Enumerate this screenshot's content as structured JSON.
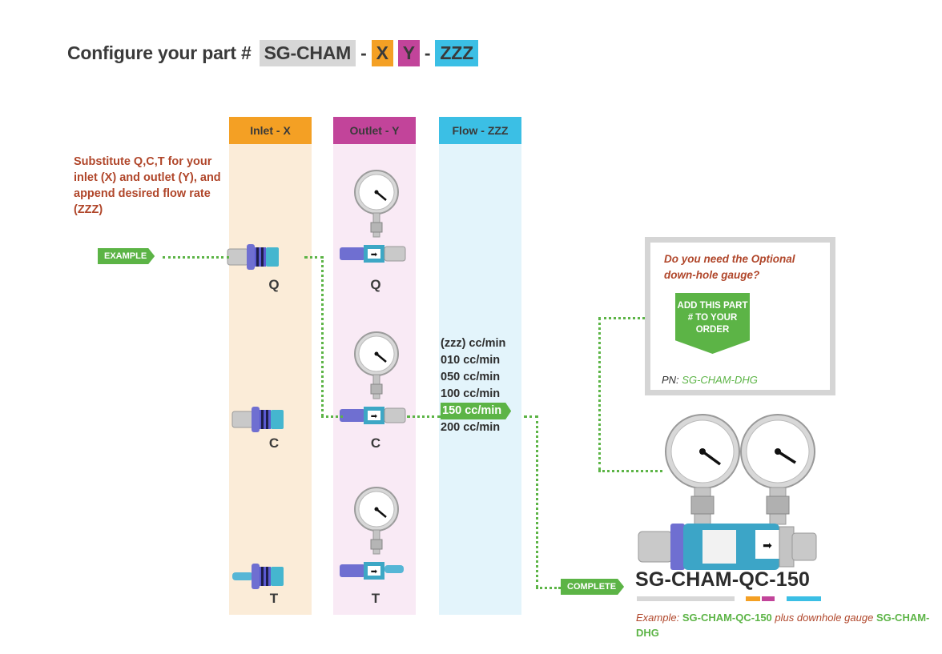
{
  "title": {
    "prefix": "Configure your part #",
    "base": "SG-CHAM",
    "dash1": "-",
    "x": "X",
    "y": "Y",
    "dash2": "-",
    "zzz": "ZZZ"
  },
  "columns": {
    "inlet": "Inlet - X",
    "outlet": "Outlet - Y",
    "flow": "Flow - ZZZ"
  },
  "instructions": "Substitute Q,C,T for your inlet (X) and outlet (Y), and append desired flow rate (ZZZ)",
  "example_tag": "EXAMPLE",
  "inlet_letters": [
    "Q",
    "C",
    "T"
  ],
  "outlet_letters": [
    "Q",
    "C",
    "T"
  ],
  "flow_rates": {
    "header": "(zzz) cc/min",
    "r1": "010 cc/min",
    "r2": "050 cc/min",
    "r3": "100 cc/min",
    "selected": "150 cc/min",
    "r5": "200 cc/min"
  },
  "optional": {
    "question": "Do you need the Optional down-hole gauge?",
    "button": "ADD THIS PART # TO YOUR ORDER",
    "pn_label": "PN:",
    "pn_value": "SG-CHAM-DHG"
  },
  "complete_tag": "COMPLETE",
  "complete_part_number": "SG-CHAM-QC-150",
  "example_note": {
    "prefix": "Example:",
    "part": "SG-CHAM-QC-150",
    "mid": "plus downhole gauge",
    "gauge": "SG-CHAM-DHG"
  },
  "colors": {
    "inlet": "#f4a024",
    "outlet": "#c2449a",
    "flow": "#3bbfe5",
    "base": "#d7d7d7",
    "green": "#5cb446",
    "accent_text": "#b0462a"
  }
}
